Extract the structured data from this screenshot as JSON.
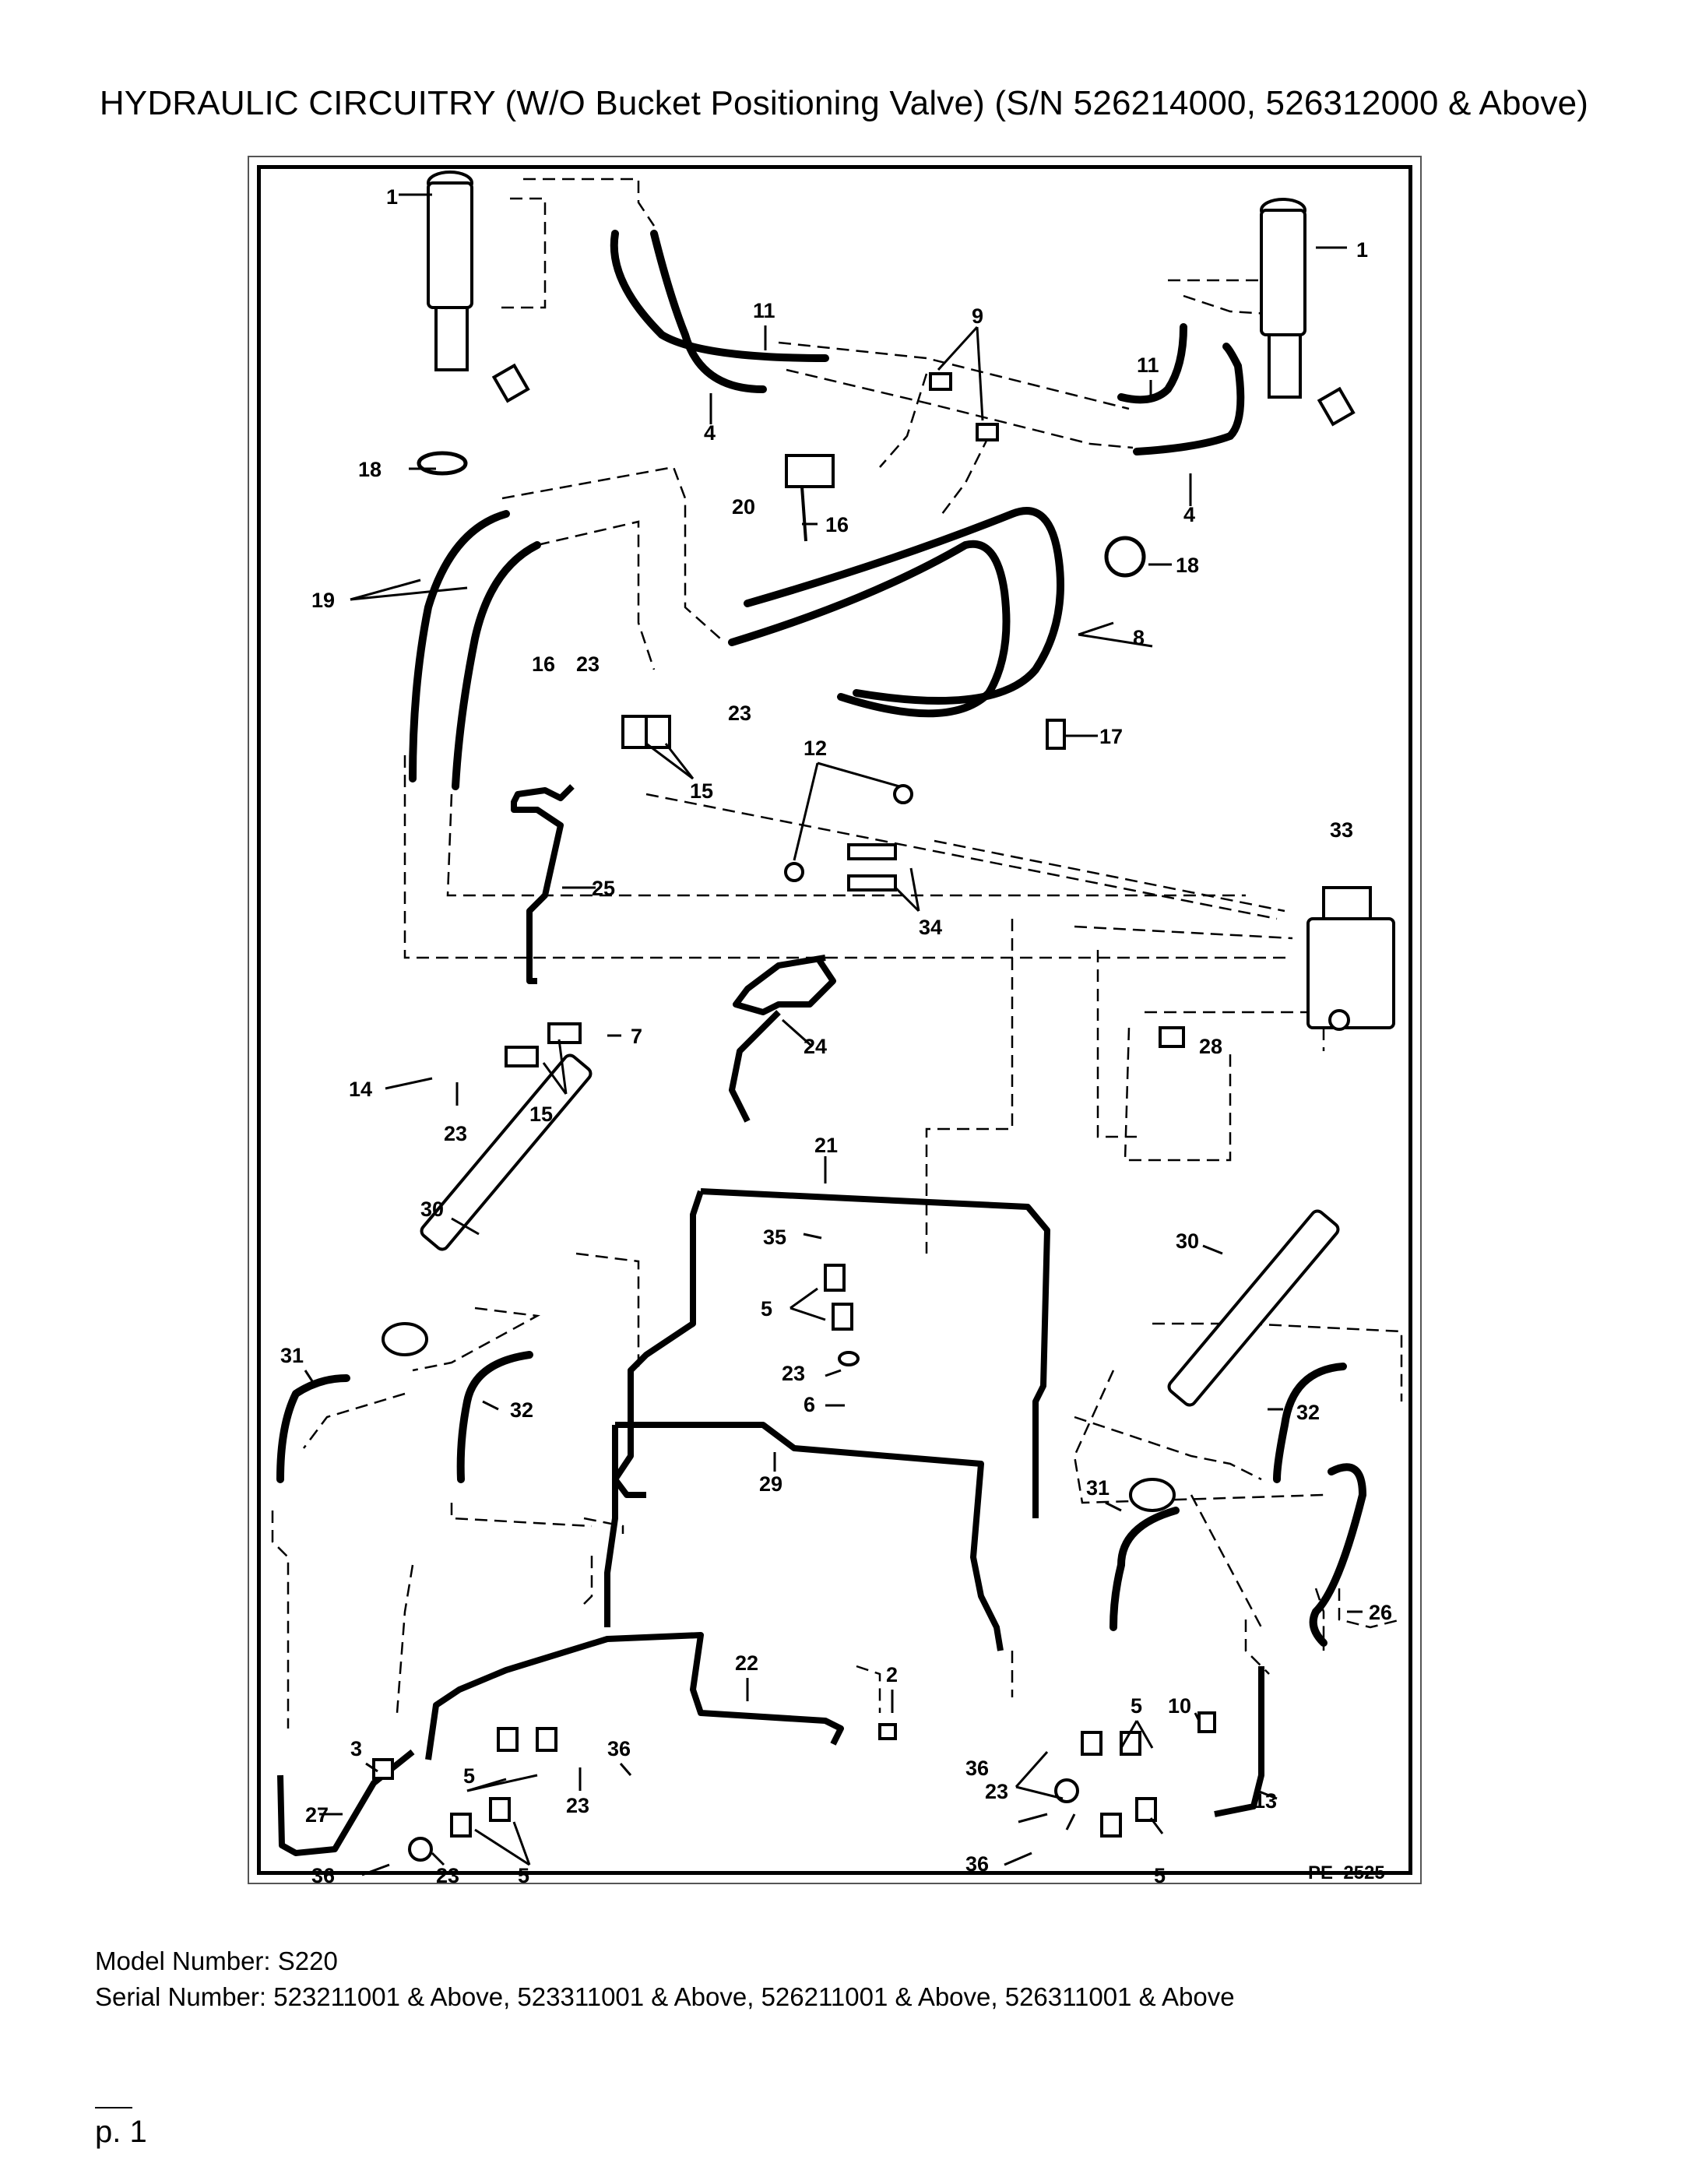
{
  "title": "HYDRAULIC CIRCUITRY (W/O Bucket Positioning Valve) (S/N 526214000, 526312000 & Above)",
  "figure": {
    "id": "PE–2525",
    "callouts": {
      "c1": "1",
      "c2": "2",
      "c3": "3",
      "c4": "4",
      "c5": "5",
      "c6": "6",
      "c7": "7",
      "c8": "8",
      "c9": "9",
      "c10": "10",
      "c11": "11",
      "c12": "12",
      "c13": "13",
      "c14": "14",
      "c15": "15",
      "c16": "16",
      "c17": "17",
      "c18": "18",
      "c19": "19",
      "c20": "20",
      "c21": "21",
      "c22": "22",
      "c23": "23",
      "c24": "24",
      "c25": "25",
      "c26": "26",
      "c27": "27",
      "c28": "28",
      "c29": "29",
      "c30": "30",
      "c31": "31",
      "c32": "32",
      "c33": "33",
      "c34": "34",
      "c35": "35",
      "c36": "36"
    }
  },
  "model": "Model Number: S220",
  "serial": "Serial Number: 523211001 & Above, 523311001 & Above, 526211001 & Above, 526311001 & Above",
  "page_number": "p. 1"
}
